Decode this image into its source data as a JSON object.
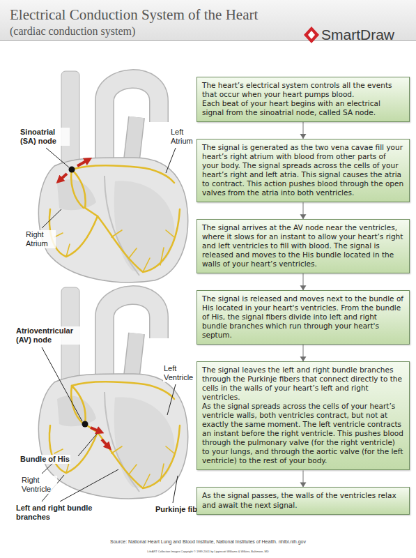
{
  "diagram": {
    "title": "Electrical Conduction System of the Heart",
    "caption": "Source: National Heart Lung and Blood Institute, National Institutes of Health. nhlbi.nih.gov",
    "nodes": [
      {
        "text": [
          "The heart’s electrical system controls all the events that occur when your heart pumps blood.",
          "Each beat of your heart begins with an electrical signal from the sinoatrial node, called SA node."
        ]
      },
      {
        "text": [
          "The signal is generated as the two vena cavae fill your heart’s right atrium with blood from other parts of your body. The signal spreads across the cells of your heart’s right and left atria. This signal causes the atria to contract. This action pushes blood through the open valves from the atria into both ventricles."
        ]
      },
      {
        "text": [
          "The signal arrives at the AV node near the ventricles, where it slows for an instant to allow your heart’s right and left ventricles to fill with blood. The signal is released and moves to the His bundle located in the walls of your heart’s ventricles."
        ]
      },
      {
        "text": [
          "The signal is released and moves next to the bundle of His located in your heart's ventricles. From the bundle of His, the signal fibers divide into left and right bundle branches which run through your heart's septum."
        ]
      },
      {
        "text": [
          "The signal leaves the left and right bundle branches through the Purkinje fibers that connect directly to the cells in the walls of your heart’s left and right ventricles.",
          "As the signal spreads across the cells of your heart’s ventricle walls, both ventricles contract, but not at exactly the same moment. The left ventricle contracts an instant before the right ventricle. This pushes blood through the pulmonary valve (for the right ventricle) to your lungs, and through the aortic valve (for the left ventricle) to the rest of your body."
        ]
      },
      {
        "text": [
          "As the signal passes, the walls of the ventricles relax and await the next signal."
        ]
      }
    ],
    "edges": [
      {
        "from": 0,
        "to": 1,
        "arrow": "to"
      },
      {
        "from": 1,
        "to": 2,
        "arrow": "to"
      },
      {
        "from": 2,
        "to": 3,
        "arrow": "to"
      },
      {
        "from": 3,
        "to": 4,
        "arrow": "to"
      },
      {
        "from": 4,
        "to": 5,
        "arrow": "to"
      }
    ],
    "labels": [
      "(cardiac conduction system)",
      "SmartDraw",
      "Sinoatrial (SA) node",
      "Left Atrium",
      "Right Atrium",
      "Atrioventricular (AV) node",
      "Left Ventricle",
      "Bundle of His",
      "Right Ventricle",
      "Left and right bundle branches",
      "Purkinje fibers",
      "LifeART Collection Images Copyright © 1989-2001 by Lippincott Williams & Wilkins, Baltimore, MD"
    ]
  }
}
